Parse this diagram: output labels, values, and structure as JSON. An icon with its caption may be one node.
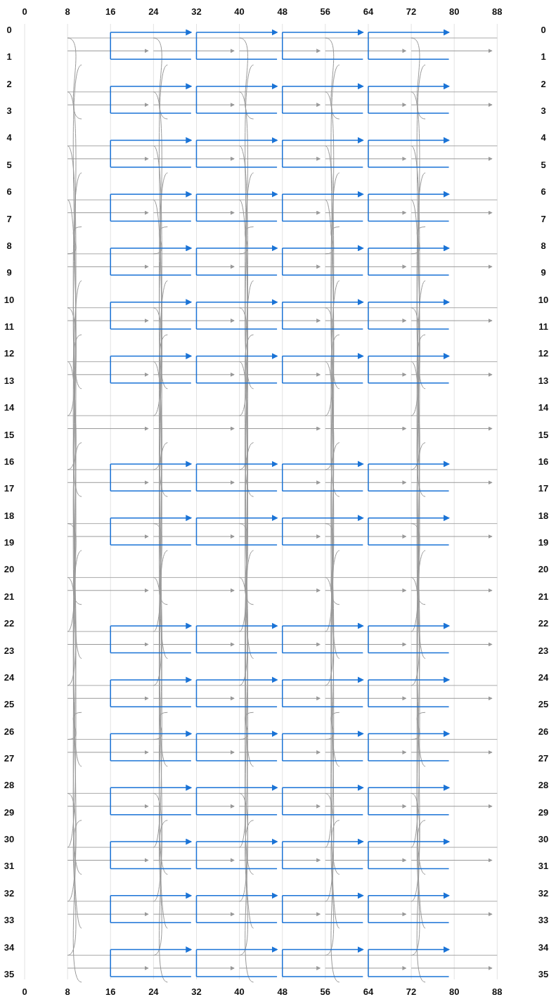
{
  "diagram": {
    "labels": [
      "0",
      "8",
      "16",
      "24",
      "32",
      "40",
      "48",
      "56",
      "64",
      "72",
      "80",
      "88",
      "0",
      "0",
      "1",
      "1",
      "2",
      "2",
      "3",
      "3",
      "4",
      "4",
      "5",
      "5",
      "6",
      "6",
      "7",
      "7",
      "8",
      "8",
      "9",
      "9",
      "10",
      "10",
      "11",
      "11",
      "12",
      "12",
      "13",
      "13",
      "14",
      "14",
      "15",
      "15",
      "16",
      "16",
      "17",
      "17",
      "18",
      "18",
      "19",
      "19",
      "20",
      "20",
      "21",
      "21",
      "22",
      "22",
      "23",
      "23",
      "24",
      "24",
      "25",
      "25",
      "26",
      "26",
      "27",
      "27",
      "28",
      "28",
      "29",
      "29",
      "30",
      "30",
      "31",
      "31",
      "32",
      "32",
      "33",
      "33",
      "34",
      "34",
      "35",
      "35",
      "0",
      "8",
      "16",
      "24",
      "32",
      "40",
      "48",
      "56",
      "64",
      "72",
      "80",
      "88"
    ]
  }
}
